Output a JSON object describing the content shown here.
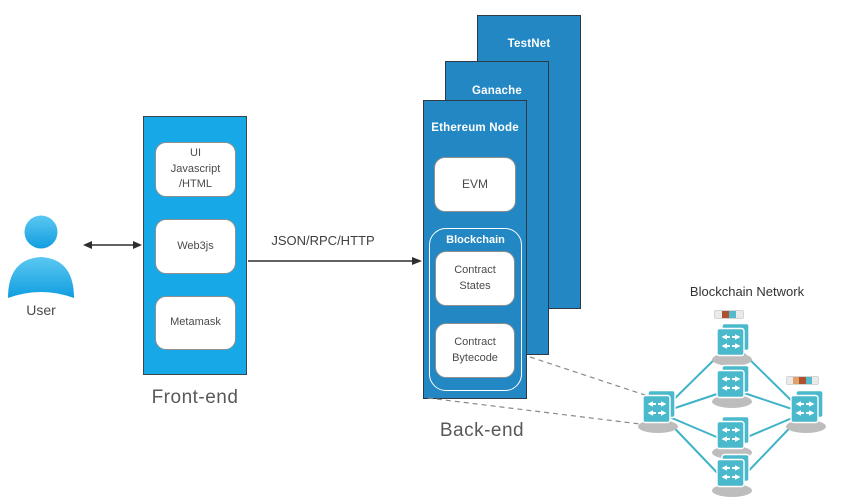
{
  "user": {
    "label": "User"
  },
  "frontend": {
    "label": "Front-end",
    "components": [
      "UI\nJavascript\n/HTML",
      "Web3js",
      "Metamask"
    ]
  },
  "link_frontend_backend": {
    "label": "JSON/RPC/HTTP"
  },
  "backend": {
    "label": "Back-end",
    "layers": [
      "TestNet",
      "Ganache",
      "Ethereum Node"
    ],
    "evm_label": "EVM",
    "blockchain": {
      "label": "Blockchain",
      "components": [
        "Contract\nStates",
        "Contract\nBytecode"
      ]
    }
  },
  "network": {
    "title": "Blockchain Network",
    "switch_count": 6,
    "topology": "left hub and right hub each linked to four middle switches",
    "status_bar_top": [
      "#EAEAEA",
      "#AD5230",
      "#55BACB",
      "#EAEAEA"
    ],
    "status_bar_right": [
      "#EAEAEA",
      "#DFA266",
      "#AD5230",
      "#55BACB",
      "#EAEAEA"
    ]
  },
  "colors": {
    "frontend_fill": "#16A8E7",
    "backend_fill": "#2287C3",
    "network_teal": "#4AB9CB",
    "link_teal": "#3FB3C7",
    "label_gray": "#595959",
    "user_blue": "#29ABE2"
  }
}
